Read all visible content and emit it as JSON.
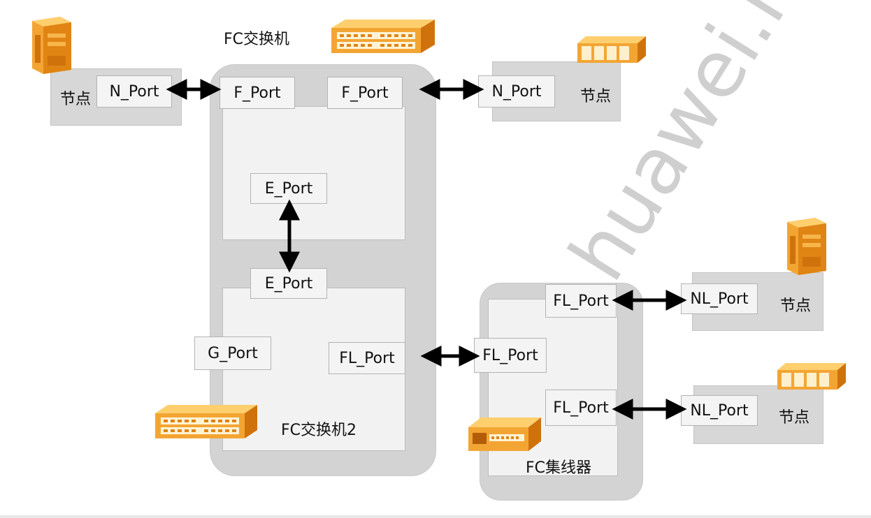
{
  "watermark": "huawei.ning.ning",
  "switch1": {
    "title": "FC交换机",
    "ports": {
      "f1": "F_Port",
      "f2": "F_Port",
      "e": "E_Port"
    }
  },
  "switch2": {
    "title": "FC交换机2",
    "ports": {
      "e": "E_Port",
      "g": "G_Port",
      "fl": "FL_Port"
    }
  },
  "hub": {
    "title": "FC集线器",
    "ports": {
      "fl_top": "FL_Port",
      "fl_left": "FL_Port",
      "fl_bottom": "FL_Port"
    }
  },
  "nodes": {
    "top_left": {
      "label": "节点",
      "port": "N_Port"
    },
    "top_right": {
      "label": "节点",
      "port": "N_Port"
    },
    "mid_right": {
      "label": "节点",
      "port": "NL_Port"
    },
    "bottom_right": {
      "label": "节点",
      "port": "NL_Port"
    }
  },
  "colors": {
    "accent_orange": "#f08a1c",
    "panel_gray": "#d3d3d3",
    "inner_gray": "#f2f2f2"
  }
}
